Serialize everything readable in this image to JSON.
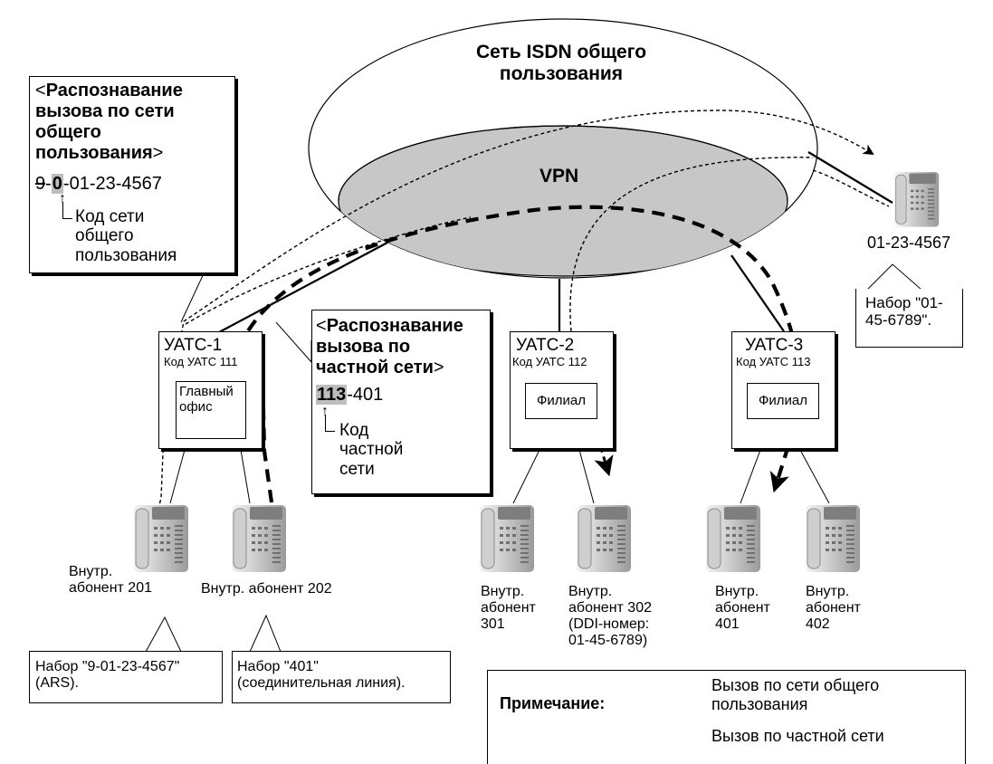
{
  "cloud": {
    "public_title_line1": "Сеть ISDN общего",
    "public_title_line2": "пользования",
    "vpn_label": "VPN"
  },
  "callout_public": {
    "title_lt": "<",
    "title_line1": "Распознавание",
    "title_line2": "вызова по сети",
    "title_line3": "общего",
    "title_line4": "пользования",
    "title_gt": ">",
    "dial_struck": "9",
    "dial_dash1": "-",
    "dial_code": "0",
    "dial_rest": "-01-23-4567",
    "code_line1": "Код сети",
    "code_line2": "общего",
    "code_line3": "пользования"
  },
  "callout_private": {
    "title_lt": "<",
    "title_line1": "Распознавание",
    "title_line2": "вызова по",
    "title_line3": "частной сети",
    "title_gt": ">",
    "dial_code": "113",
    "dial_rest": "-401",
    "code_line1": "Код",
    "code_line2": "частной",
    "code_line3": "сети"
  },
  "pbx": [
    {
      "name": "УАТС-1",
      "code": "Код УАТС 111",
      "office_line1": "Главный",
      "office_line2": "офис"
    },
    {
      "name": "УАТС-2",
      "code": "Код УАТС 112",
      "office": "Филиал"
    },
    {
      "name": "УАТС-3",
      "code": "Код УАТС 113",
      "office": "Филиал"
    }
  ],
  "remote_phone": {
    "number": "01-23-4567",
    "callout_line1": "Набор \"01-",
    "callout_line2": "45-6789\"."
  },
  "extensions": {
    "e201_line1": "Внутр.",
    "e201_line2": "абонент 201",
    "e202": "Внутр. абонент 202",
    "e301": [
      "Внутр.",
      "абонент",
      "301"
    ],
    "e302": [
      "Внутр.",
      "абонент 302",
      "(DDI-номер:",
      "01-45-6789)"
    ],
    "e401": [
      "Внутр.",
      "абонент",
      "401"
    ],
    "e402": [
      "Внутр.",
      "абонент",
      "402"
    ]
  },
  "dial_boxes": {
    "ars_line1": "Набор \"9-01-23-4567\"",
    "ars_line2": "(ARS).",
    "tie_line1": "Набор \"401\"",
    "tie_line2": "(соединительная линия)."
  },
  "legend": {
    "title": "Примечание:",
    "public_line1": "Вызов по сети общего",
    "public_line2": "пользования",
    "private": "Вызов по частной сети"
  }
}
